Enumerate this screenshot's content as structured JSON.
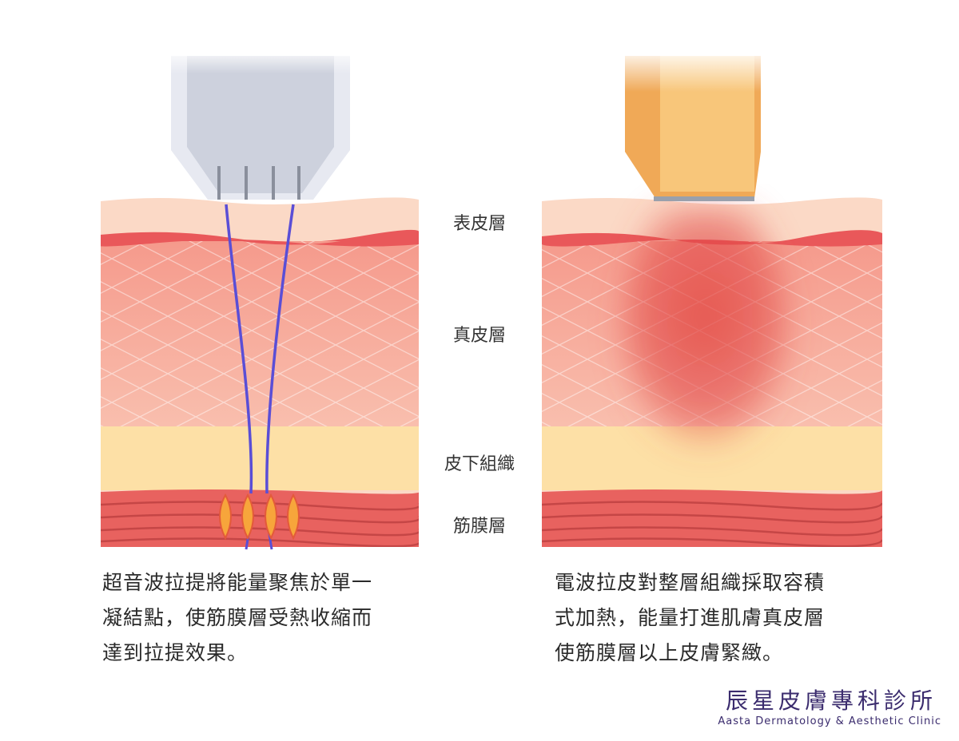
{
  "layers": {
    "epidermis": "表皮層",
    "dermis": "真皮層",
    "subcutaneous": "皮下組織",
    "fascia": "筋膜層"
  },
  "captions": {
    "left": [
      "超音波拉提將能量聚焦於單一",
      "凝結點，使筋膜層受熱收縮而",
      "達到拉提效果。"
    ],
    "right": [
      "電波拉皮對整層組織採取容積",
      "式加熱，能量打進肌膚真皮層",
      "使筋膜層以上皮膚緊緻。"
    ]
  },
  "brand": {
    "name_zh": "辰星皮膚專科診所",
    "name_en": "Aasta Dermatology & Aesthetic Clinic"
  },
  "colors": {
    "epidermis": "#fbd9c6",
    "dermis_line": "#e9585a",
    "dermis": "#f7a89a",
    "subcutaneous": "#fde0a6",
    "fascia": "#e8625f",
    "fascia_stripe": "#c54646",
    "ultrasound_beam": "#5a4ed6",
    "ultrasound_device": "#cdd1dd",
    "rf_device": "#f4b25f",
    "heat_zone": "#e04444",
    "focal_point": "#f7a53b",
    "brand": "#3b2c6e"
  }
}
